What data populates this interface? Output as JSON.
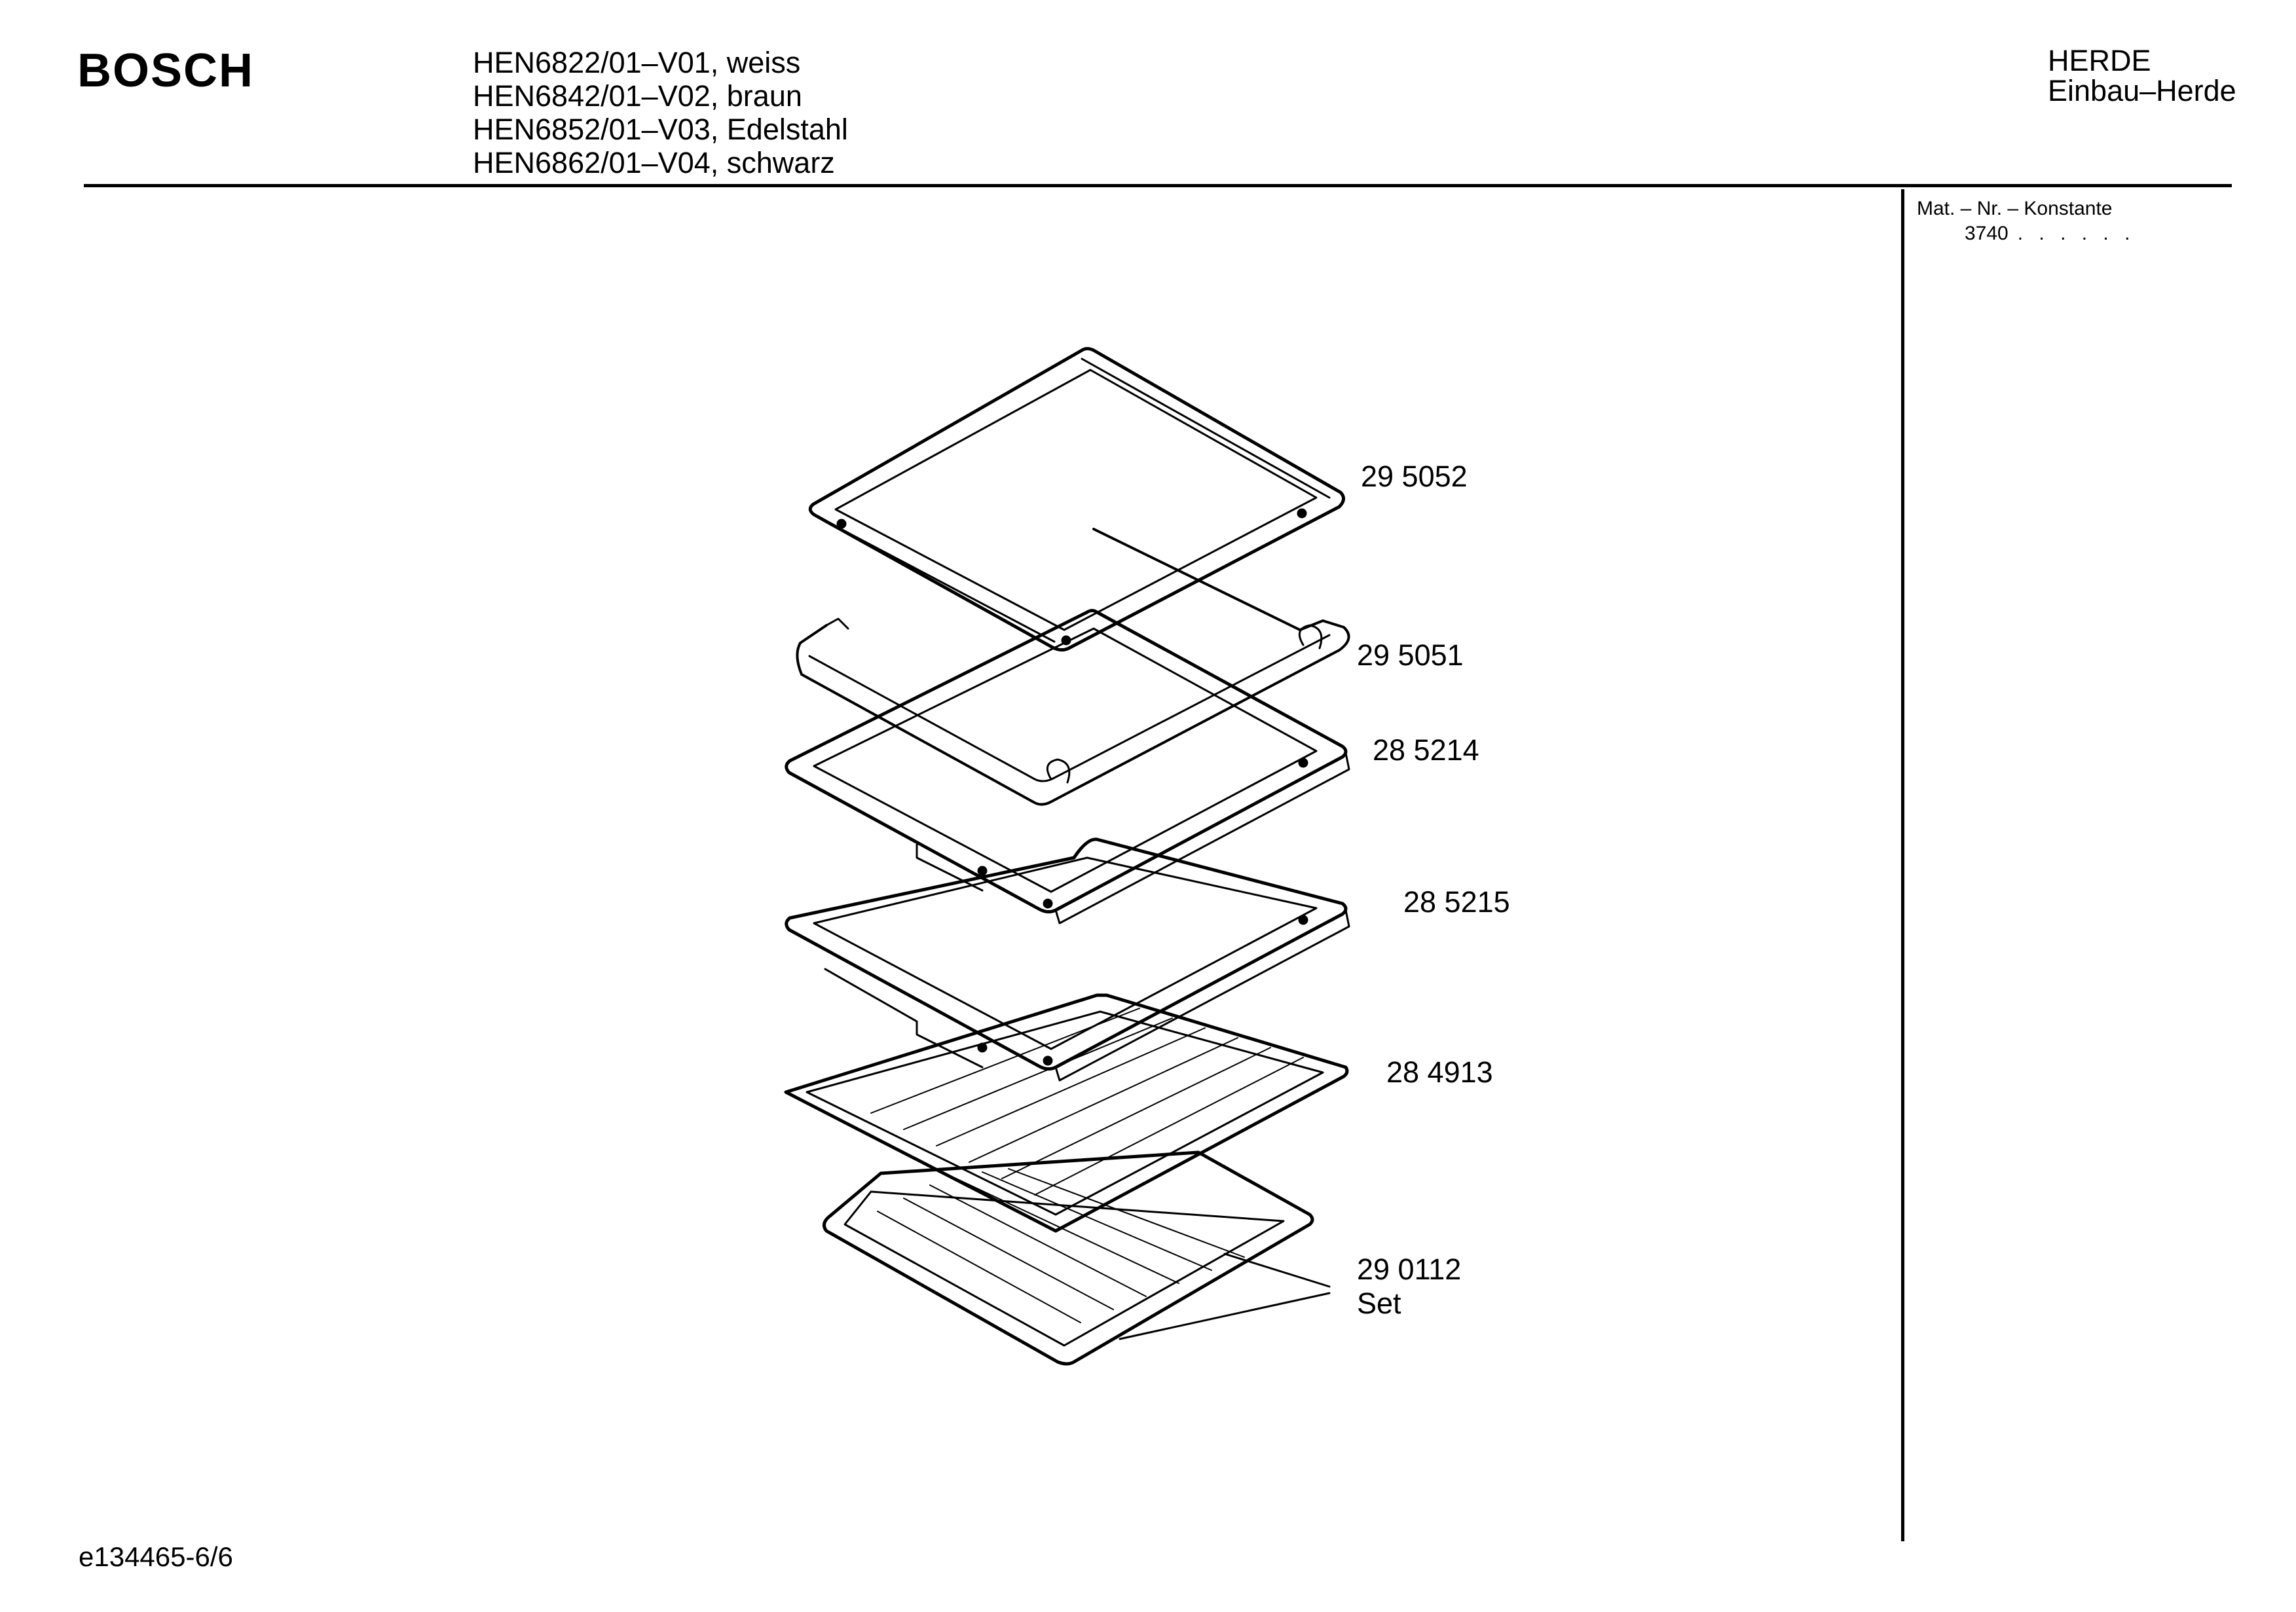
{
  "header": {
    "brand": "BOSCH",
    "models": [
      "HEN6822/01–V01, weiss",
      "HEN6842/01–V02, braun",
      "HEN6852/01–V03, Edelstahl",
      "HEN6862/01–V04, schwarz"
    ],
    "category": [
      "HERDE",
      "Einbau–Herde"
    ]
  },
  "sidebar": {
    "label": "Mat. – Nr. – Konstante",
    "constant": "3740",
    "dots": ". . . . . ."
  },
  "parts": [
    {
      "number": "29 5052"
    },
    {
      "number": "29 5051"
    },
    {
      "number": "28 5214"
    },
    {
      "number": "28 5215"
    },
    {
      "number": "28 4913"
    },
    {
      "number": "29 0112",
      "note": "Set"
    }
  ],
  "footer": {
    "doc_ref": "e134465-6/6"
  }
}
